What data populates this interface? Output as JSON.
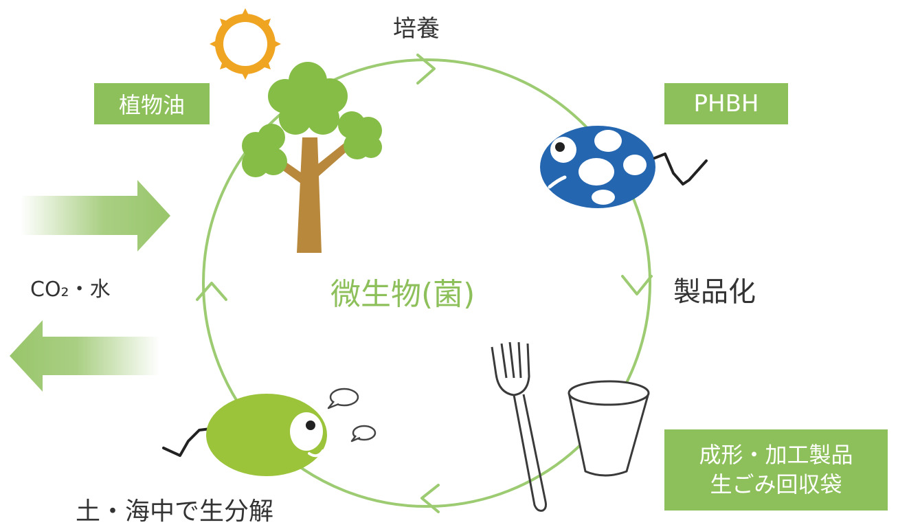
{
  "labels": {
    "culture": "培養",
    "plant_oil": "植物油",
    "phbh": "PHBH",
    "productization": "製品化",
    "microbe": "微生物(菌)",
    "co2_water": "CO₂・水",
    "products_line1": "成形・加工製品",
    "products_line2": "生ごみ回収袋",
    "biodegrade": "土・海中で生分解"
  },
  "colors": {
    "accent_green": "#8dbf5a",
    "cycle_line": "#9ccb72",
    "tree_trunk": "#b8893d",
    "sun": "#f0a522",
    "phbh_bug": "#2466b0",
    "microbe_body": "#9bc43a",
    "text_dark": "#333333"
  },
  "icons": [
    "sun-icon",
    "tree-icon",
    "phbh-bug-icon",
    "fork-icon",
    "cup-icon",
    "microbe-icon",
    "speech-bubble-icon"
  ]
}
